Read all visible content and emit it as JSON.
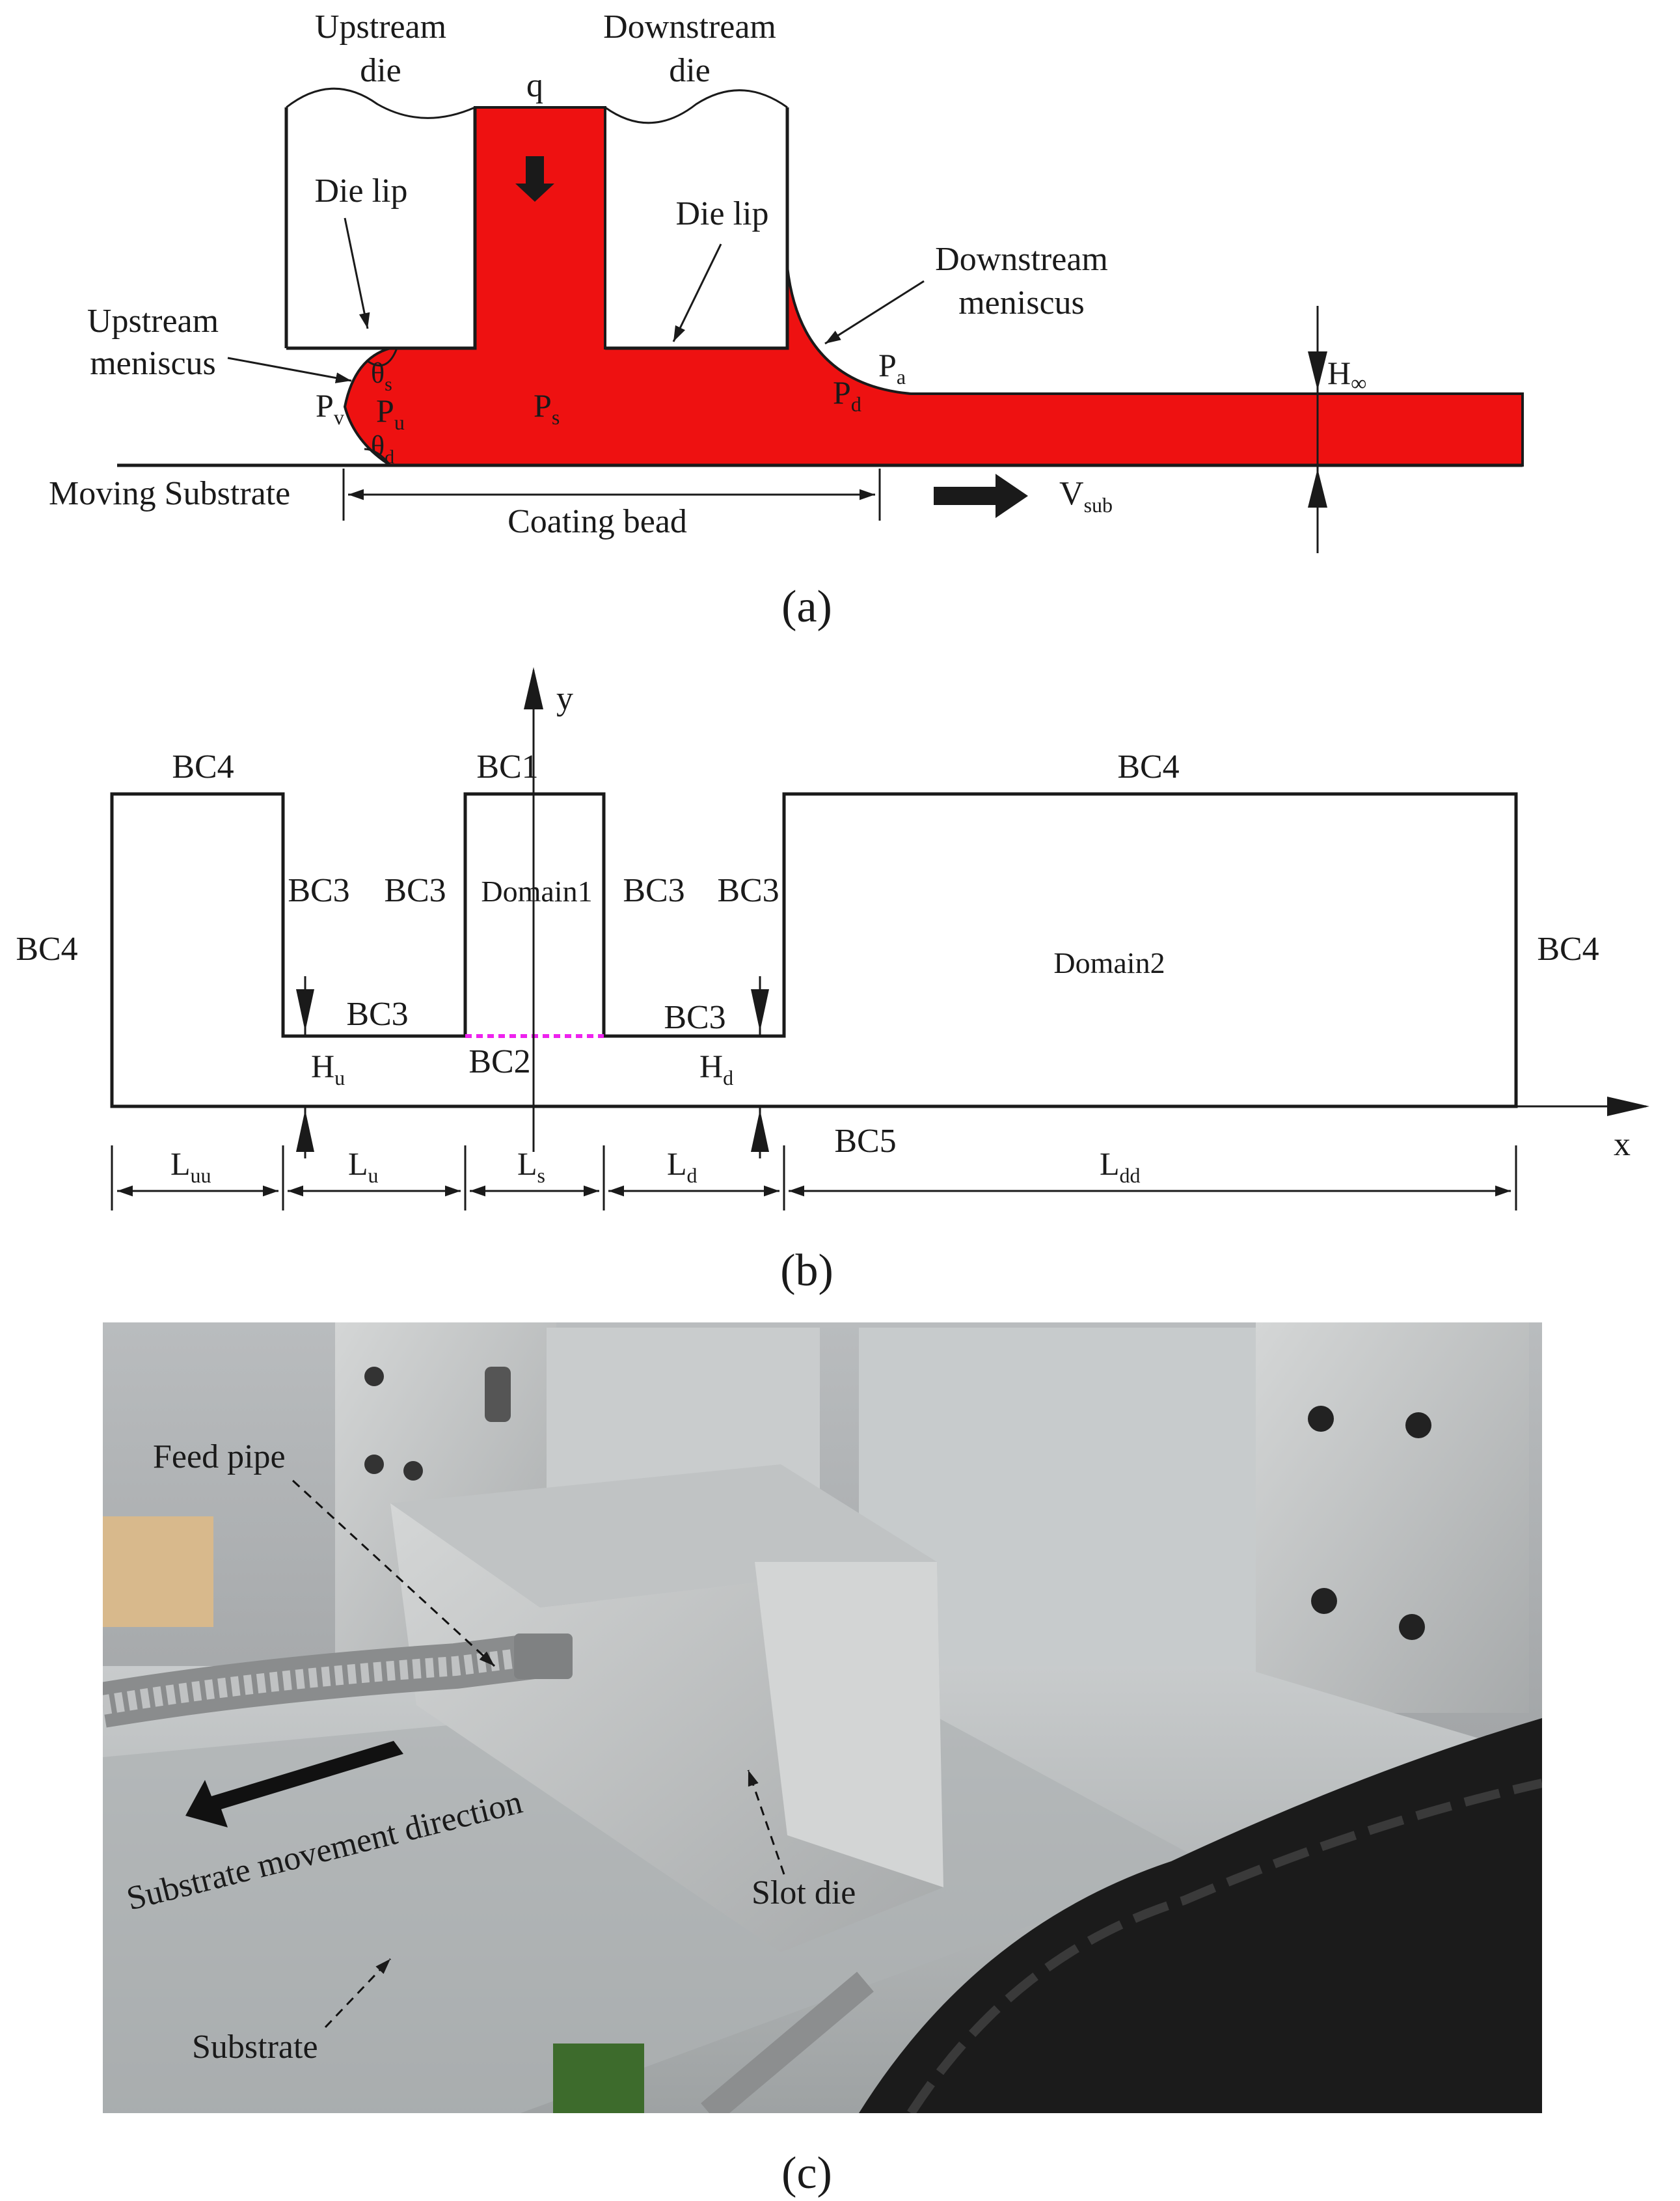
{
  "panel_a": {
    "caption": "(a)",
    "labels": {
      "upstream_die_1": "Upstream",
      "upstream_die_2": "die",
      "downstream_die_1": "Downstream",
      "downstream_die_2": "die",
      "q": "q",
      "die_lip_left": "Die lip",
      "die_lip_right": "Die lip",
      "upstream_meniscus_1": "Upstream",
      "upstream_meniscus_2": "meniscus",
      "downstream_meniscus_1": "Downstream",
      "downstream_meniscus_2": "meniscus",
      "theta_s": "θ",
      "theta_s_sub": "s",
      "theta_d": "θ",
      "theta_d_sub": "d",
      "p_v": "P",
      "p_v_sub": "v",
      "p_u": "P",
      "p_u_sub": "u",
      "p_s": "P",
      "p_s_sub": "s",
      "p_d": "P",
      "p_d_sub": "d",
      "p_a": "P",
      "p_a_sub": "a",
      "h_inf": "H",
      "h_inf_sub": "∞",
      "moving_substrate": "Moving Substrate",
      "coating_bead": "Coating bead",
      "v_sub": "V",
      "v_sub_sub": "sub"
    },
    "colors": {
      "fluid": "#ee1111"
    }
  },
  "panel_b": {
    "caption": "(b)",
    "labels": {
      "y": "y",
      "x": "x",
      "bc4_top_left": "BC4",
      "bc1": "BC1",
      "bc4_top_right": "BC4",
      "bc4_left": "BC4",
      "bc4_right": "BC4",
      "bc3_a": "BC3",
      "bc3_b": "BC3",
      "bc3_c": "BC3",
      "bc3_d": "BC3",
      "bc3_bottom_left": "BC3",
      "bc3_bottom_right": "BC3",
      "bc2": "BC2",
      "bc5": "BC5",
      "domain1": "Domain1",
      "domain2": "Domain2",
      "h_u": "H",
      "h_u_sub": "u",
      "h_d": "H",
      "h_d_sub": "d",
      "l_uu": "L",
      "l_uu_sub": "uu",
      "l_u": "L",
      "l_u_sub": "u",
      "l_s": "L",
      "l_s_sub": "s",
      "l_d": "L",
      "l_d_sub": "d",
      "l_dd": "L",
      "l_dd_sub": "dd"
    },
    "colors": {
      "bc2_line": "#ee22ee"
    }
  },
  "panel_c": {
    "caption": "(c)",
    "labels": {
      "feed_pipe": "Feed pipe",
      "substrate_movement": "Substrate movement direction",
      "slot_die": "Slot die",
      "substrate": "Substrate"
    }
  }
}
